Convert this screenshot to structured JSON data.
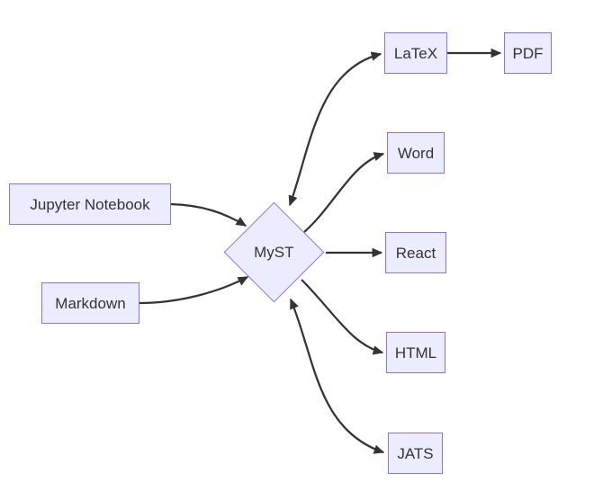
{
  "diagram": {
    "type": "flowchart",
    "direction": "left-to-right",
    "colors": {
      "background": "#ffffff",
      "node_fill": "#ECECFF",
      "node_border": "#9370DB",
      "edge_color": "#333333",
      "text_color": "#333333"
    },
    "nodes": {
      "jupyter": {
        "label": "Jupyter Notebook",
        "shape": "rectangle"
      },
      "markdown": {
        "label": "Markdown",
        "shape": "rectangle"
      },
      "myst": {
        "label": "MyST",
        "shape": "diamond"
      },
      "latex": {
        "label": "LaTeX",
        "shape": "rectangle"
      },
      "pdf": {
        "label": "PDF",
        "shape": "rectangle"
      },
      "word": {
        "label": "Word",
        "shape": "rectangle"
      },
      "react": {
        "label": "React",
        "shape": "rectangle"
      },
      "html": {
        "label": "HTML",
        "shape": "rectangle"
      },
      "jats": {
        "label": "JATS",
        "shape": "rectangle"
      }
    },
    "edges": [
      {
        "from": "Jupyter Notebook",
        "to": "MyST",
        "direction": "one-way"
      },
      {
        "from": "Markdown",
        "to": "MyST",
        "direction": "one-way"
      },
      {
        "from": "MyST",
        "to": "LaTeX",
        "direction": "two-way"
      },
      {
        "from": "LaTeX",
        "to": "PDF",
        "direction": "one-way"
      },
      {
        "from": "MyST",
        "to": "Word",
        "direction": "one-way"
      },
      {
        "from": "MyST",
        "to": "React",
        "direction": "one-way"
      },
      {
        "from": "MyST",
        "to": "HTML",
        "direction": "one-way"
      },
      {
        "from": "MyST",
        "to": "JATS",
        "direction": "two-way"
      }
    ]
  }
}
